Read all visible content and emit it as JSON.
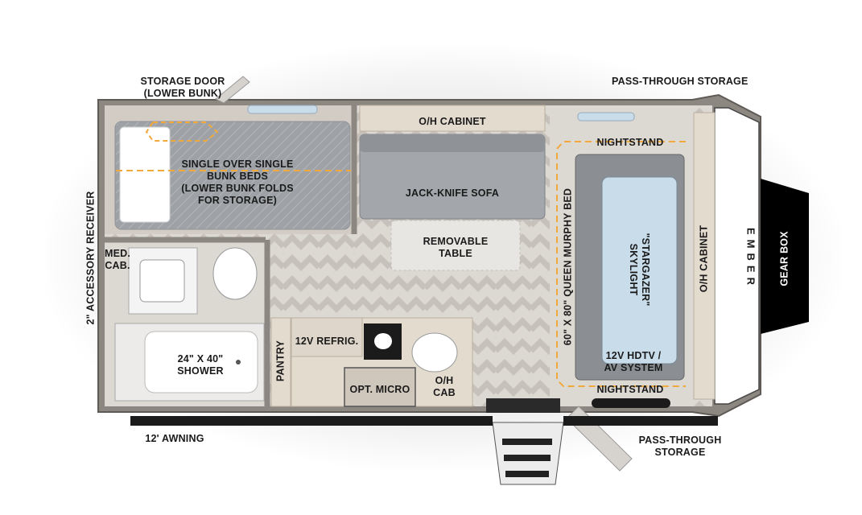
{
  "brand": {
    "logo_text": "EMBER"
  },
  "colors": {
    "wall": "#8c8780",
    "wall_dark": "#5a5550",
    "floor": "#d9d5cf",
    "chevron": "#c9c4bd",
    "cabinet": "#e4dbcf",
    "bed": "#a8abae",
    "sofa": "#a3a7ab",
    "glass": "#c8dcea",
    "dash": "#f2a93b",
    "gearbox": "#000000"
  },
  "labels": {
    "storage_door": [
      "STORAGE DOOR",
      "(LOWER BUNK)"
    ],
    "pass_through_top": "PASS-THROUGH STORAGE",
    "pass_through_bottom": [
      "PASS-THROUGH",
      "STORAGE"
    ],
    "awning": "12' AWNING",
    "accessory_receiver": "2\" ACCESSORY RECEIVER",
    "gear_box": "GEAR BOX",
    "bunk_beds": [
      "SINGLE OVER SINGLE",
      "BUNK BEDS",
      "(LOWER BUNK FOLDS",
      "FOR STORAGE)"
    ],
    "oh_cabinet_top": "O/H CABINET",
    "jack_knife_sofa": "JACK-KNIFE SOFA",
    "removable_table": [
      "REMOVABLE",
      "TABLE"
    ],
    "nightstand_top": "NIGHTSTAND",
    "nightstand_bottom": "NIGHTSTAND",
    "murphy_bed": "60\" X 80\" QUEEN MURPHY BED",
    "skylight": [
      "\"STARGAZER\"",
      "SKYLIGHT"
    ],
    "oh_cabinet_right": "O/H CABINET",
    "hdtv": [
      "12V HDTV /",
      "AV SYSTEM"
    ],
    "med_cab": [
      "MED.",
      "CAB."
    ],
    "shower": [
      "24\" X 40\"",
      "SHOWER"
    ],
    "pantry": "PANTRY",
    "refrigerator": "12V REFRIG.",
    "micro": "OPT. MICRO",
    "oh_cab": [
      "O/H",
      "CAB"
    ]
  }
}
